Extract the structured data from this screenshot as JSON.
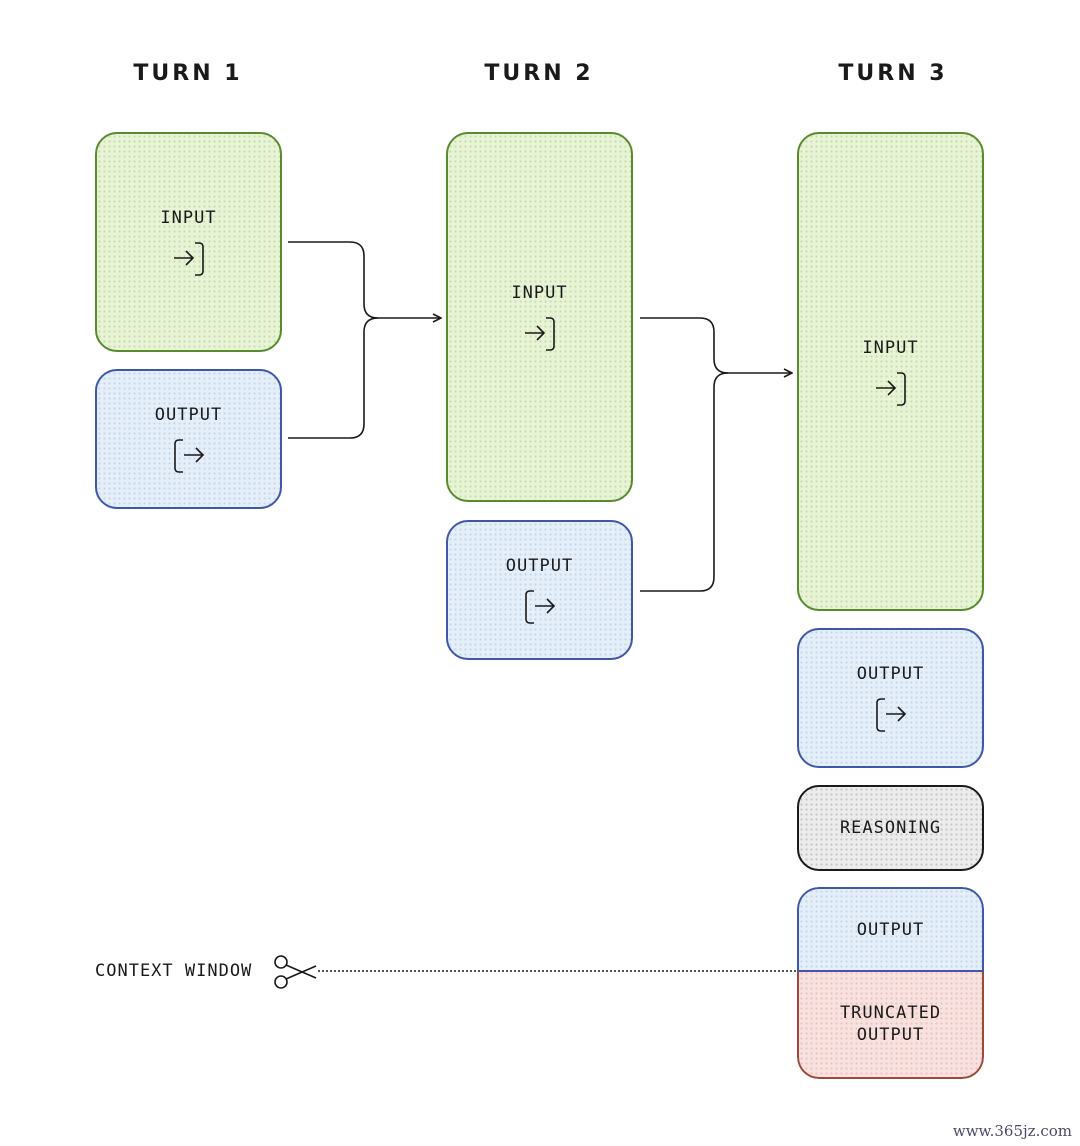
{
  "turns": [
    "TURN 1",
    "TURN 2",
    "TURN 3"
  ],
  "blocks": {
    "input": "INPUT",
    "output": "OUTPUT",
    "reasoning": "REASONING",
    "truncated_output": "TRUNCATED\nOUTPUT"
  },
  "icons": {
    "input": "enter-arrow-icon",
    "output": "exit-arrow-icon",
    "cut": "scissors-icon"
  },
  "context_window_label": "CONTEXT WINDOW",
  "watermark": "www.365jz.com",
  "colors": {
    "input_border": "#5a8a2e",
    "input_fill": "#e8f4d6",
    "output_border": "#3f57a6",
    "output_fill": "#e4eff9",
    "reasoning_border": "#1a1a1a",
    "reasoning_fill": "#ececec",
    "truncated_border": "#9a4a38",
    "truncated_fill": "#f8e2e0"
  }
}
